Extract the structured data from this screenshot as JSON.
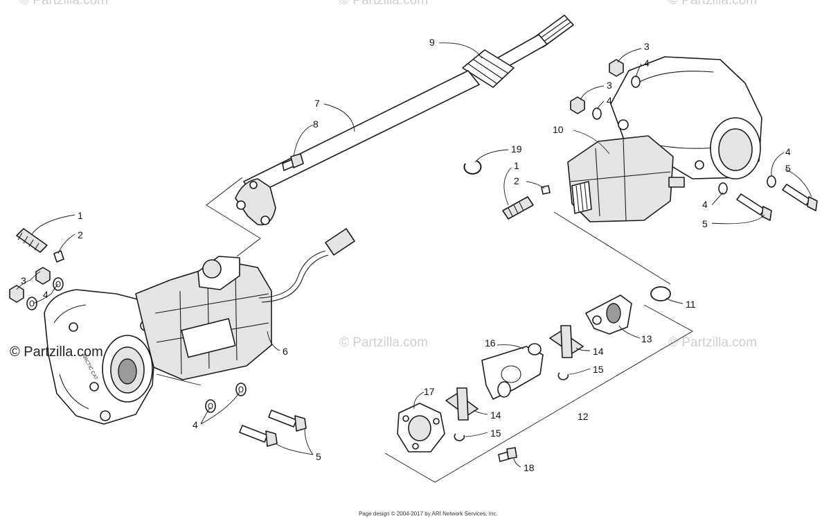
{
  "watermark": {
    "brand_text": "© Partzilla.com",
    "faint_text": "© Partzilla.com"
  },
  "footer": {
    "copyright": "Page design © 2004-2017 by ARI Network Services, Inc."
  },
  "part_markings": {
    "housing_text": "ARCTIC CAT"
  },
  "callouts": {
    "c1a": "1",
    "c2a": "2",
    "c3a": "3",
    "c4a": "4",
    "c4b": "4",
    "c5a": "5",
    "c6": "6",
    "c7": "7",
    "c8": "8",
    "c9": "9",
    "c3b": "3",
    "c4c": "4",
    "c3c": "3",
    "c4d": "4",
    "c10": "10",
    "c19": "19",
    "c1b": "1",
    "c2b": "2",
    "c4e": "4",
    "c5b": "5",
    "c4f": "4",
    "c5c": "5",
    "c11": "11",
    "c13": "13",
    "c16": "16",
    "c14a": "14",
    "c15a": "15",
    "c17": "17",
    "c14b": "14",
    "c15b": "15",
    "c12": "12",
    "c18": "18"
  }
}
